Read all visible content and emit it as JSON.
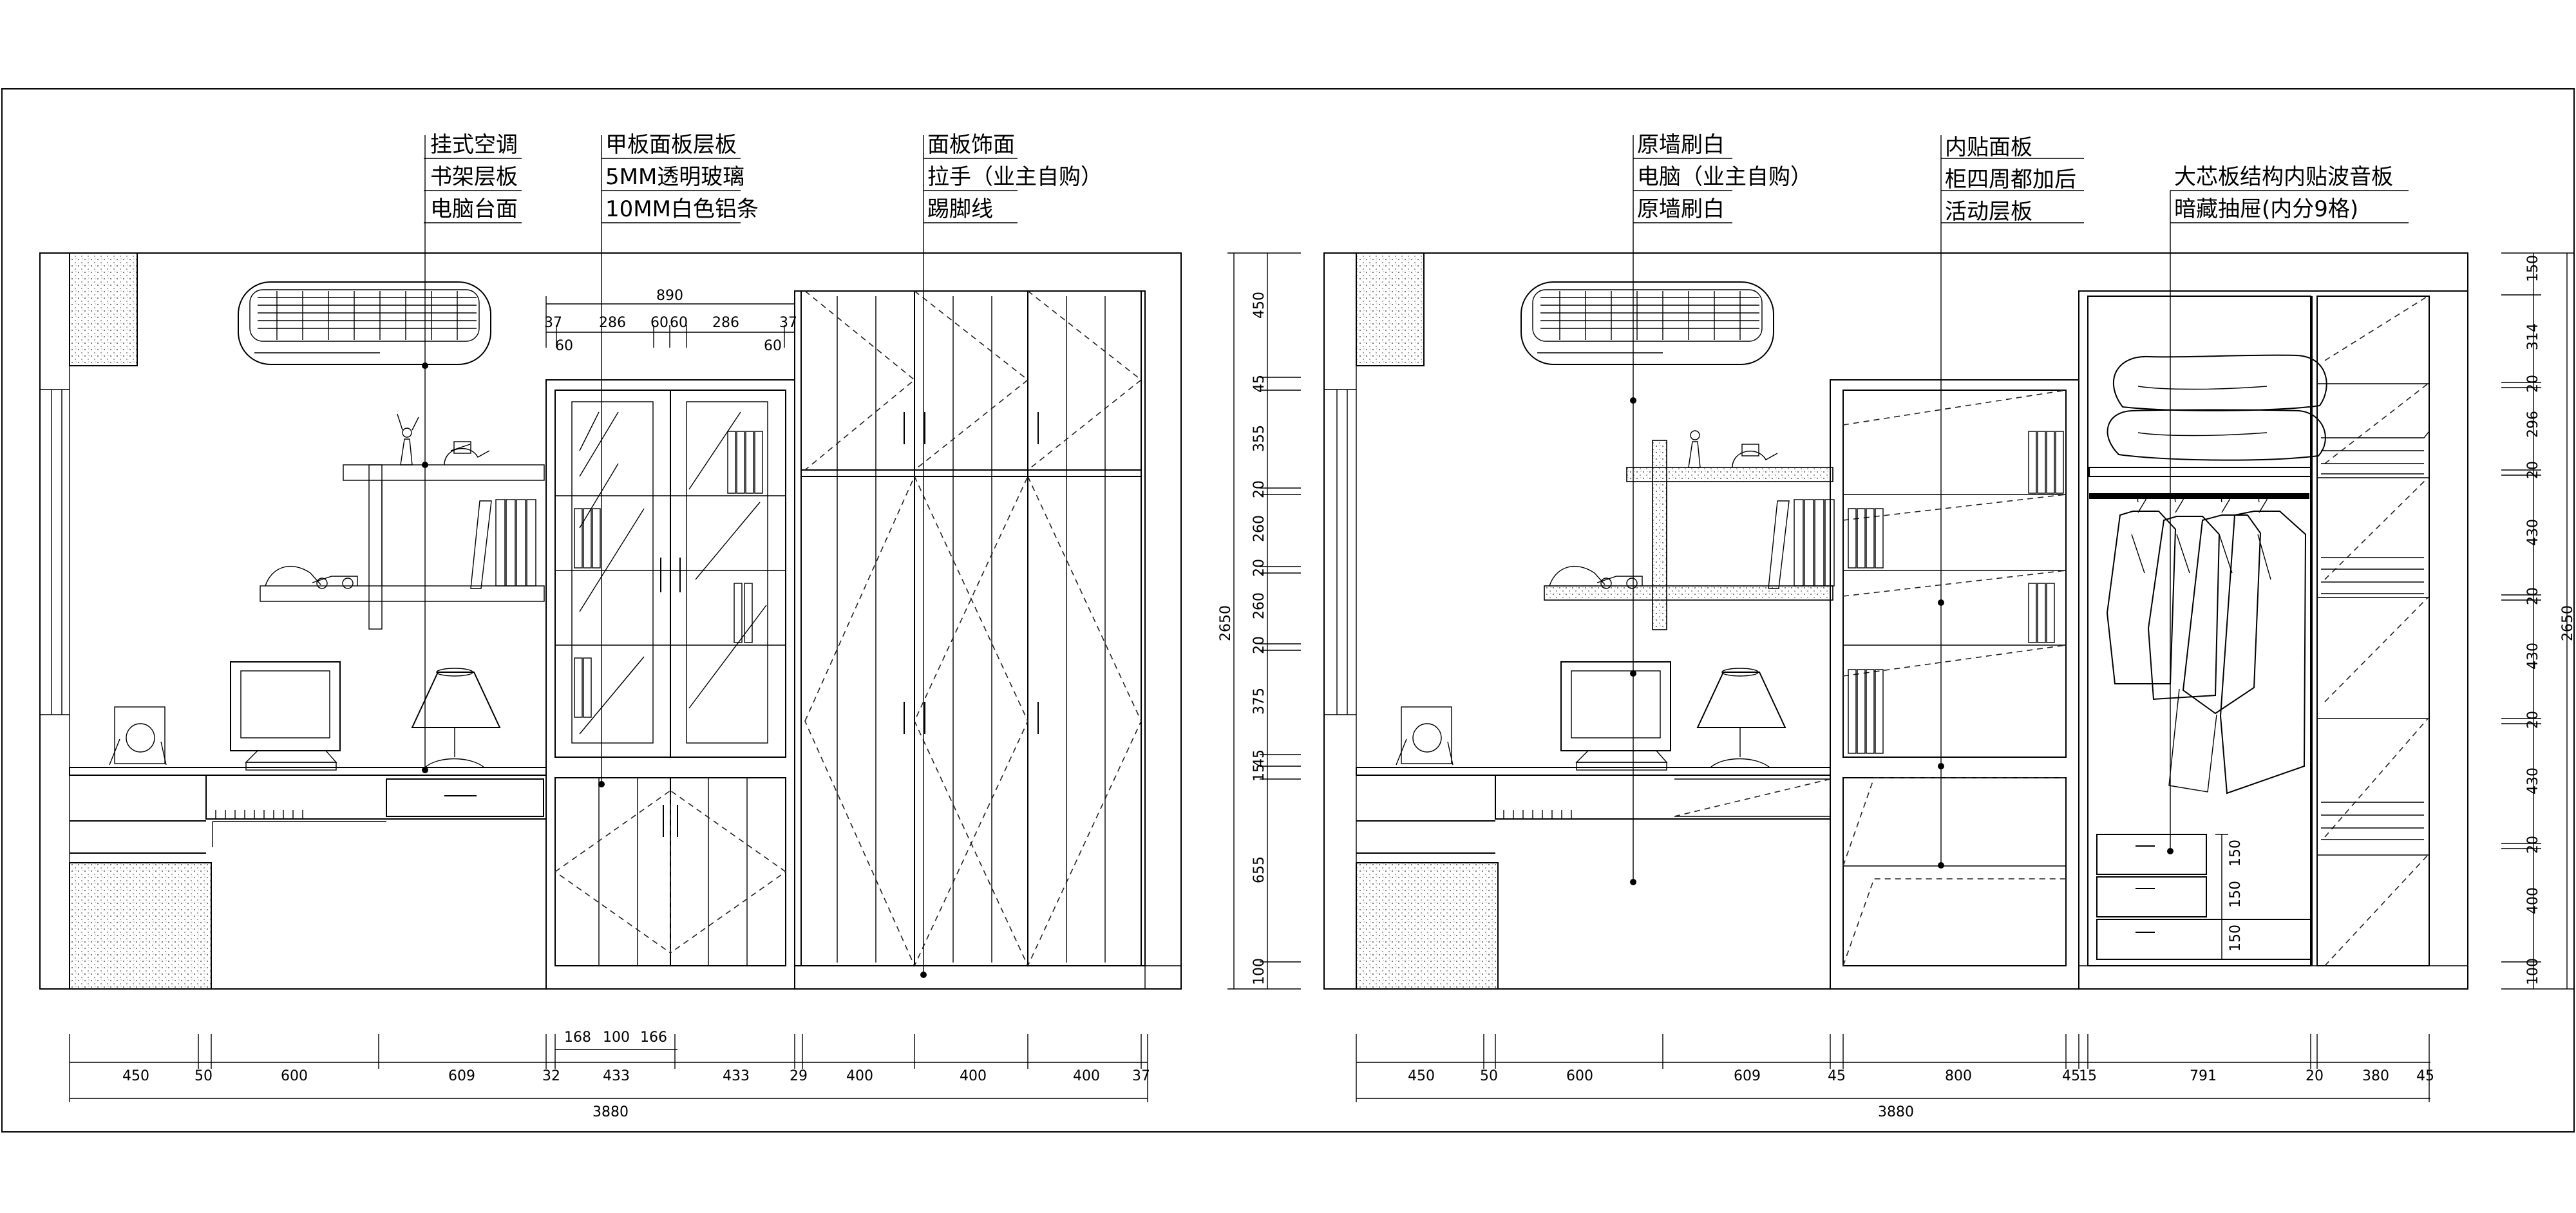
{
  "left": {
    "notes": {
      "group1": [
        "挂式空调",
        "书架层板",
        "电脑台面"
      ],
      "group2": [
        "甲板面板层板",
        "5MM透明玻璃",
        "10MM白色铝条"
      ],
      "group3": [
        "面板饰面",
        "拉手（业主自购）",
        "踢脚线"
      ]
    },
    "top_dims": {
      "overall": "890",
      "parts": [
        "37",
        "286",
        "60",
        "60",
        "286",
        "37"
      ],
      "lower": [
        "60",
        "60"
      ]
    },
    "bottom_dims": [
      "450",
      "50",
      "600",
      "609",
      "32",
      "433",
      "433",
      "29",
      "400",
      "400",
      "400",
      "37"
    ],
    "handle_dims": [
      "168",
      "100",
      "166"
    ],
    "total": "3880"
  },
  "right": {
    "notes": {
      "group1": [
        "原墙刷白",
        "电脑（业主自购）",
        "原墙刷白"
      ],
      "group2": [
        "内贴面板",
        "柜四周都加后",
        "活动层板"
      ],
      "group3": [
        "大芯板结构内贴波音板",
        "暗藏抽屉(内分9格)"
      ]
    },
    "bottom_dims": [
      "450",
      "50",
      "600",
      "609",
      "45",
      "800",
      "45",
      "15",
      "791",
      "20",
      "380",
      "45"
    ],
    "drawer_dims": [
      "150",
      "150",
      "150"
    ],
    "total": "3880"
  },
  "vertical_dims": {
    "left": [
      "450",
      "45",
      "355",
      "20",
      "260",
      "20",
      "260",
      "20",
      "375",
      "45",
      "15",
      "655",
      "100"
    ],
    "right": [
      "150",
      "314",
      "20",
      "296",
      "20",
      "430",
      "20",
      "430",
      "20",
      "430",
      "20",
      "400",
      "100"
    ],
    "total_left": "2650",
    "total_right": "2650"
  }
}
